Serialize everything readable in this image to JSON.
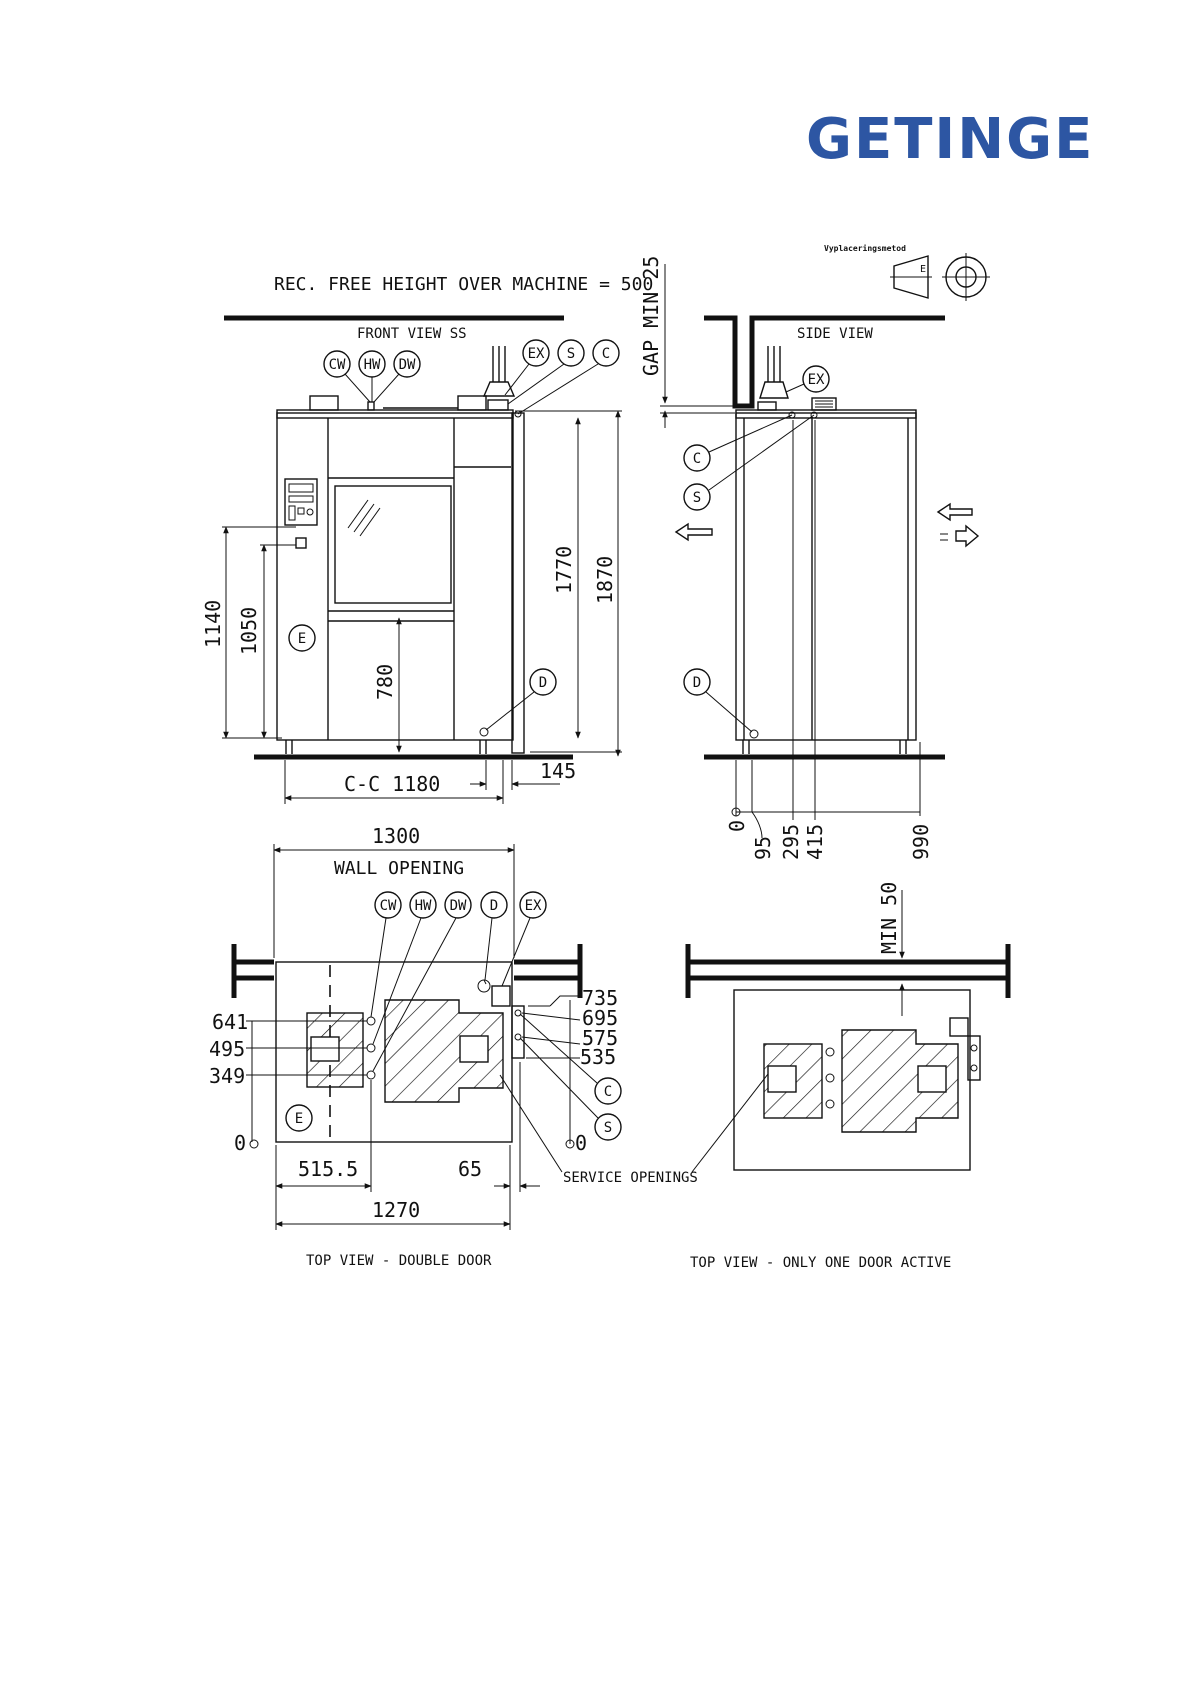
{
  "brand": {
    "name": "GETINGE",
    "color": "#2d56a3"
  },
  "header": {
    "free_height": "REC. FREE HEIGHT OVER MACHINE = 500",
    "placement_method": "Vyplaceringsmetod",
    "placement_symbol": "E"
  },
  "front_view": {
    "title": "FRONT VIEW SS",
    "labels": {
      "cw": "CW",
      "hw": "HW",
      "dw": "DW",
      "ex": "EX",
      "s": "S",
      "c": "C",
      "e": "E",
      "d": "D"
    },
    "dims": {
      "d1140": "1140",
      "d1050": "1050",
      "d780": "780",
      "d1770": "1770",
      "d1870": "1870",
      "d145": "145",
      "cc": "C-C 1180"
    }
  },
  "side_view": {
    "title": "SIDE VIEW",
    "gap": "GAP MIN 25",
    "labels": {
      "ex": "EX",
      "c": "C",
      "s": "S",
      "d": "D"
    },
    "dims": {
      "d0": "0",
      "d95": "95",
      "d295": "295",
      "d415": "415",
      "d990": "990"
    }
  },
  "top_view_double": {
    "title": "TOP VIEW - DOUBLE DOOR",
    "wall_opening": "WALL OPENING",
    "service_openings": "SERVICE OPENINGS",
    "labels": {
      "cw": "CW",
      "hw": "HW",
      "dw": "DW",
      "d": "D",
      "ex": "EX",
      "c": "C",
      "s": "S",
      "e": "E"
    },
    "dims": {
      "d1300": "1300",
      "d1270": "1270",
      "d515": "515.5",
      "d65": "65",
      "d641": "641",
      "d495": "495",
      "d349": "349",
      "d0": "0",
      "d0b": "0",
      "d735": "735",
      "d695": "695",
      "d575": "575",
      "d535": "535"
    }
  },
  "top_view_single": {
    "title": "TOP VIEW - ONLY ONE DOOR ACTIVE",
    "min": "MIN 50"
  }
}
